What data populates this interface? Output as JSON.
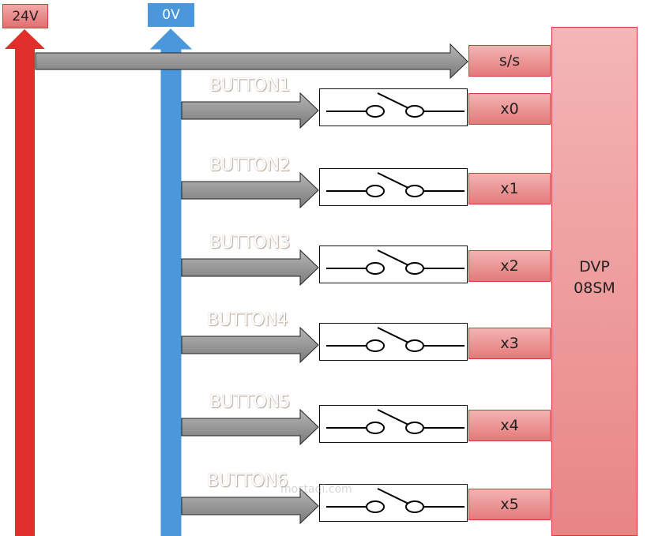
{
  "supplies": {
    "positive": {
      "label": "24V",
      "color": "#e02e2a"
    },
    "negative": {
      "label": "0V",
      "color": "#4a98db"
    }
  },
  "plc": {
    "name": "DVP\n08SM",
    "color": "#ec9a9a"
  },
  "start_stop": {
    "label": "s/s"
  },
  "rows": [
    {
      "button": "BUTTON1",
      "input": "x0"
    },
    {
      "button": "BUTTON2",
      "input": "x1"
    },
    {
      "button": "BUTTON3",
      "input": "x2"
    },
    {
      "button": "BUTTON4",
      "input": "x3"
    },
    {
      "button": "BUTTON5",
      "input": "x4"
    },
    {
      "button": "BUTTON6",
      "input": "x5"
    }
  ],
  "icons": {
    "switch": "normally-open-switch-icon",
    "arrow": "arrow-right-icon"
  },
  "watermark": {
    "text": "mostaql.com"
  }
}
